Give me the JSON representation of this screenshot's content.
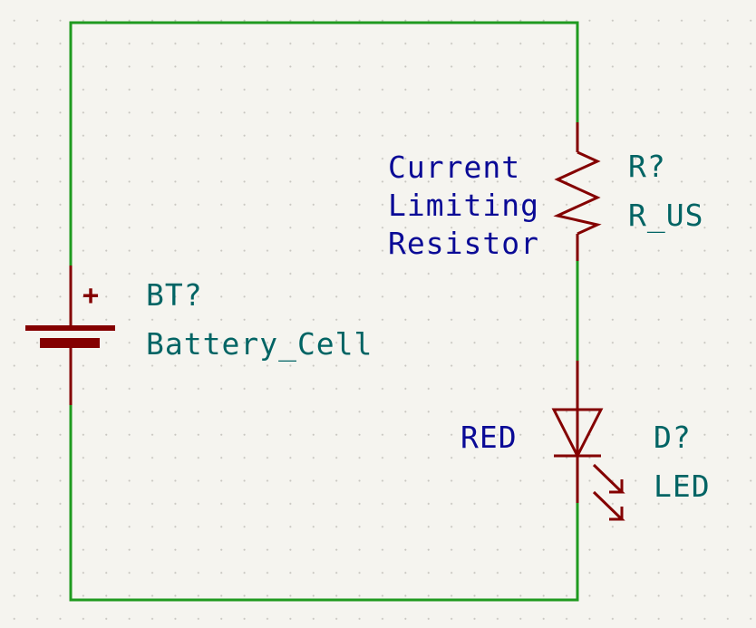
{
  "colors": {
    "wire": "#1f9a1f",
    "symbol": "#840000",
    "reference_text": "#006464",
    "note_text": "#0a0a96",
    "background": "#f5f4ef",
    "grid_dot": "#c8c6c0"
  },
  "battery": {
    "reference": "BT?",
    "value": "Battery_Cell",
    "polarity_mark": "+"
  },
  "resistor": {
    "reference": "R?",
    "value": "R_US",
    "note_lines": [
      "Current",
      "Limiting",
      "Resistor"
    ]
  },
  "led": {
    "reference": "D?",
    "value": "LED",
    "note": "RED"
  }
}
